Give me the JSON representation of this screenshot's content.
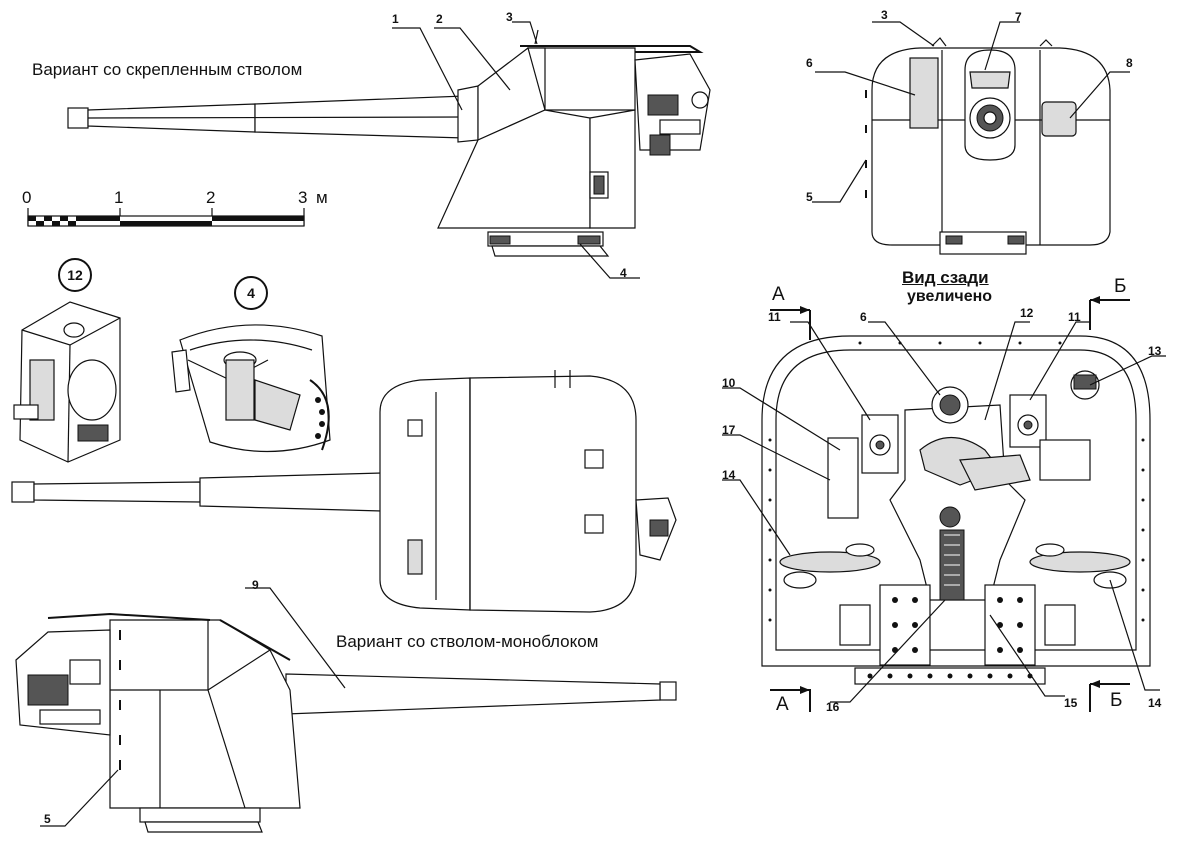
{
  "captions": {
    "variant_fixed": "Вариант со скрепленным стволом",
    "variant_monoblock": "Вариант со стволом-моноблоком",
    "rear_view_1": "Вид сзади",
    "rear_view_2": "увеличено"
  },
  "scale": {
    "ticks": [
      "0",
      "1",
      "2",
      "3"
    ],
    "unit": "м"
  },
  "section_marks": {
    "a": "А",
    "b": "Б"
  },
  "callouts": {
    "top_side": [
      "1",
      "2",
      "3",
      "4"
    ],
    "front": [
      "3",
      "7",
      "6",
      "8",
      "5"
    ],
    "details": [
      "12",
      "4"
    ],
    "monoblock": [
      "9",
      "5"
    ],
    "rear": [
      "6",
      "12",
      "11",
      "11",
      "13",
      "10",
      "17",
      "14",
      "14",
      "15",
      "16"
    ]
  }
}
